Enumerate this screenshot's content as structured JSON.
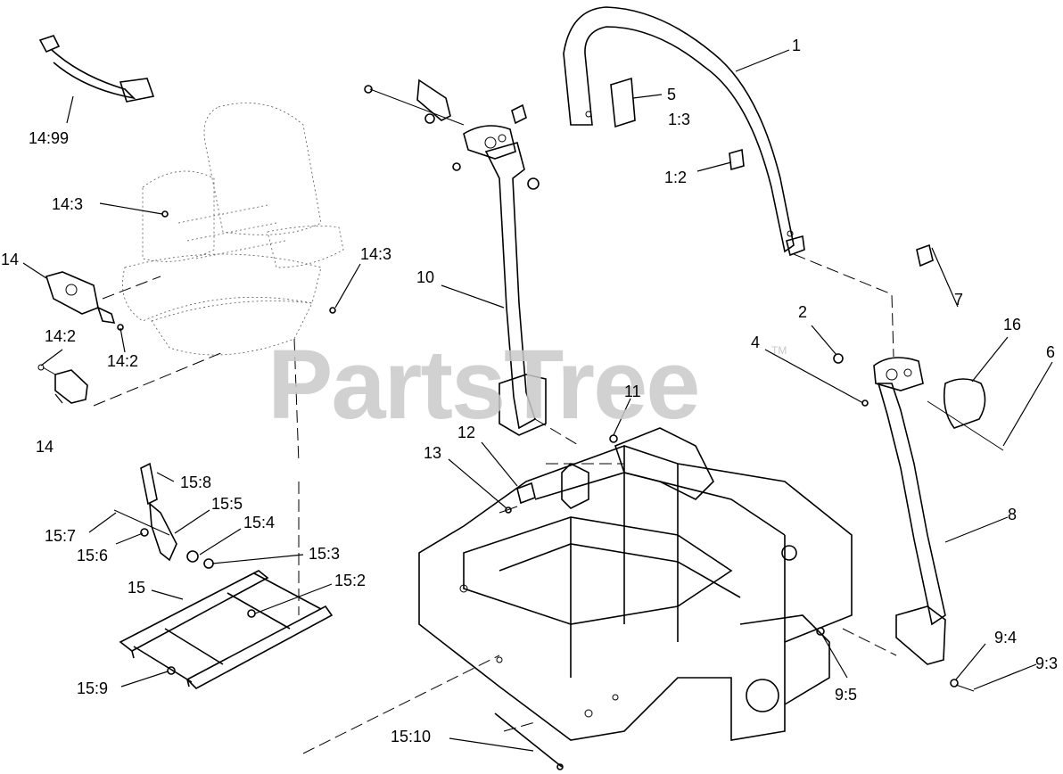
{
  "watermark": {
    "text": "PartsTree",
    "tm": "TM"
  },
  "labels": [
    {
      "id": "1",
      "text": "1"
    },
    {
      "id": "1-3",
      "text": "1:3"
    },
    {
      "id": "1-2",
      "text": "1:2"
    },
    {
      "id": "2",
      "text": "2"
    },
    {
      "id": "4",
      "text": "4"
    },
    {
      "id": "5",
      "text": "5"
    },
    {
      "id": "6",
      "text": "6"
    },
    {
      "id": "7",
      "text": "7"
    },
    {
      "id": "8",
      "text": "8"
    },
    {
      "id": "9-3",
      "text": "9:3"
    },
    {
      "id": "9-4",
      "text": "9:4"
    },
    {
      "id": "9-5",
      "text": "9:5"
    },
    {
      "id": "10",
      "text": "10"
    },
    {
      "id": "11",
      "text": "11"
    },
    {
      "id": "12",
      "text": "12"
    },
    {
      "id": "13",
      "text": "13"
    },
    {
      "id": "14-a",
      "text": "14"
    },
    {
      "id": "14-b",
      "text": "14"
    },
    {
      "id": "14-2a",
      "text": "14:2"
    },
    {
      "id": "14-2b",
      "text": "14:2"
    },
    {
      "id": "14-3a",
      "text": "14:3"
    },
    {
      "id": "14-3b",
      "text": "14:3"
    },
    {
      "id": "14-99",
      "text": "14:99"
    },
    {
      "id": "15",
      "text": "15"
    },
    {
      "id": "15-2",
      "text": "15:2"
    },
    {
      "id": "15-3",
      "text": "15:3"
    },
    {
      "id": "15-4",
      "text": "15:4"
    },
    {
      "id": "15-5",
      "text": "15:5"
    },
    {
      "id": "15-6",
      "text": "15:6"
    },
    {
      "id": "15-7",
      "text": "15:7"
    },
    {
      "id": "15-8",
      "text": "15:8"
    },
    {
      "id": "15-9",
      "text": "15:9"
    },
    {
      "id": "15-10",
      "text": "15:10"
    },
    {
      "id": "16",
      "text": "16"
    }
  ]
}
